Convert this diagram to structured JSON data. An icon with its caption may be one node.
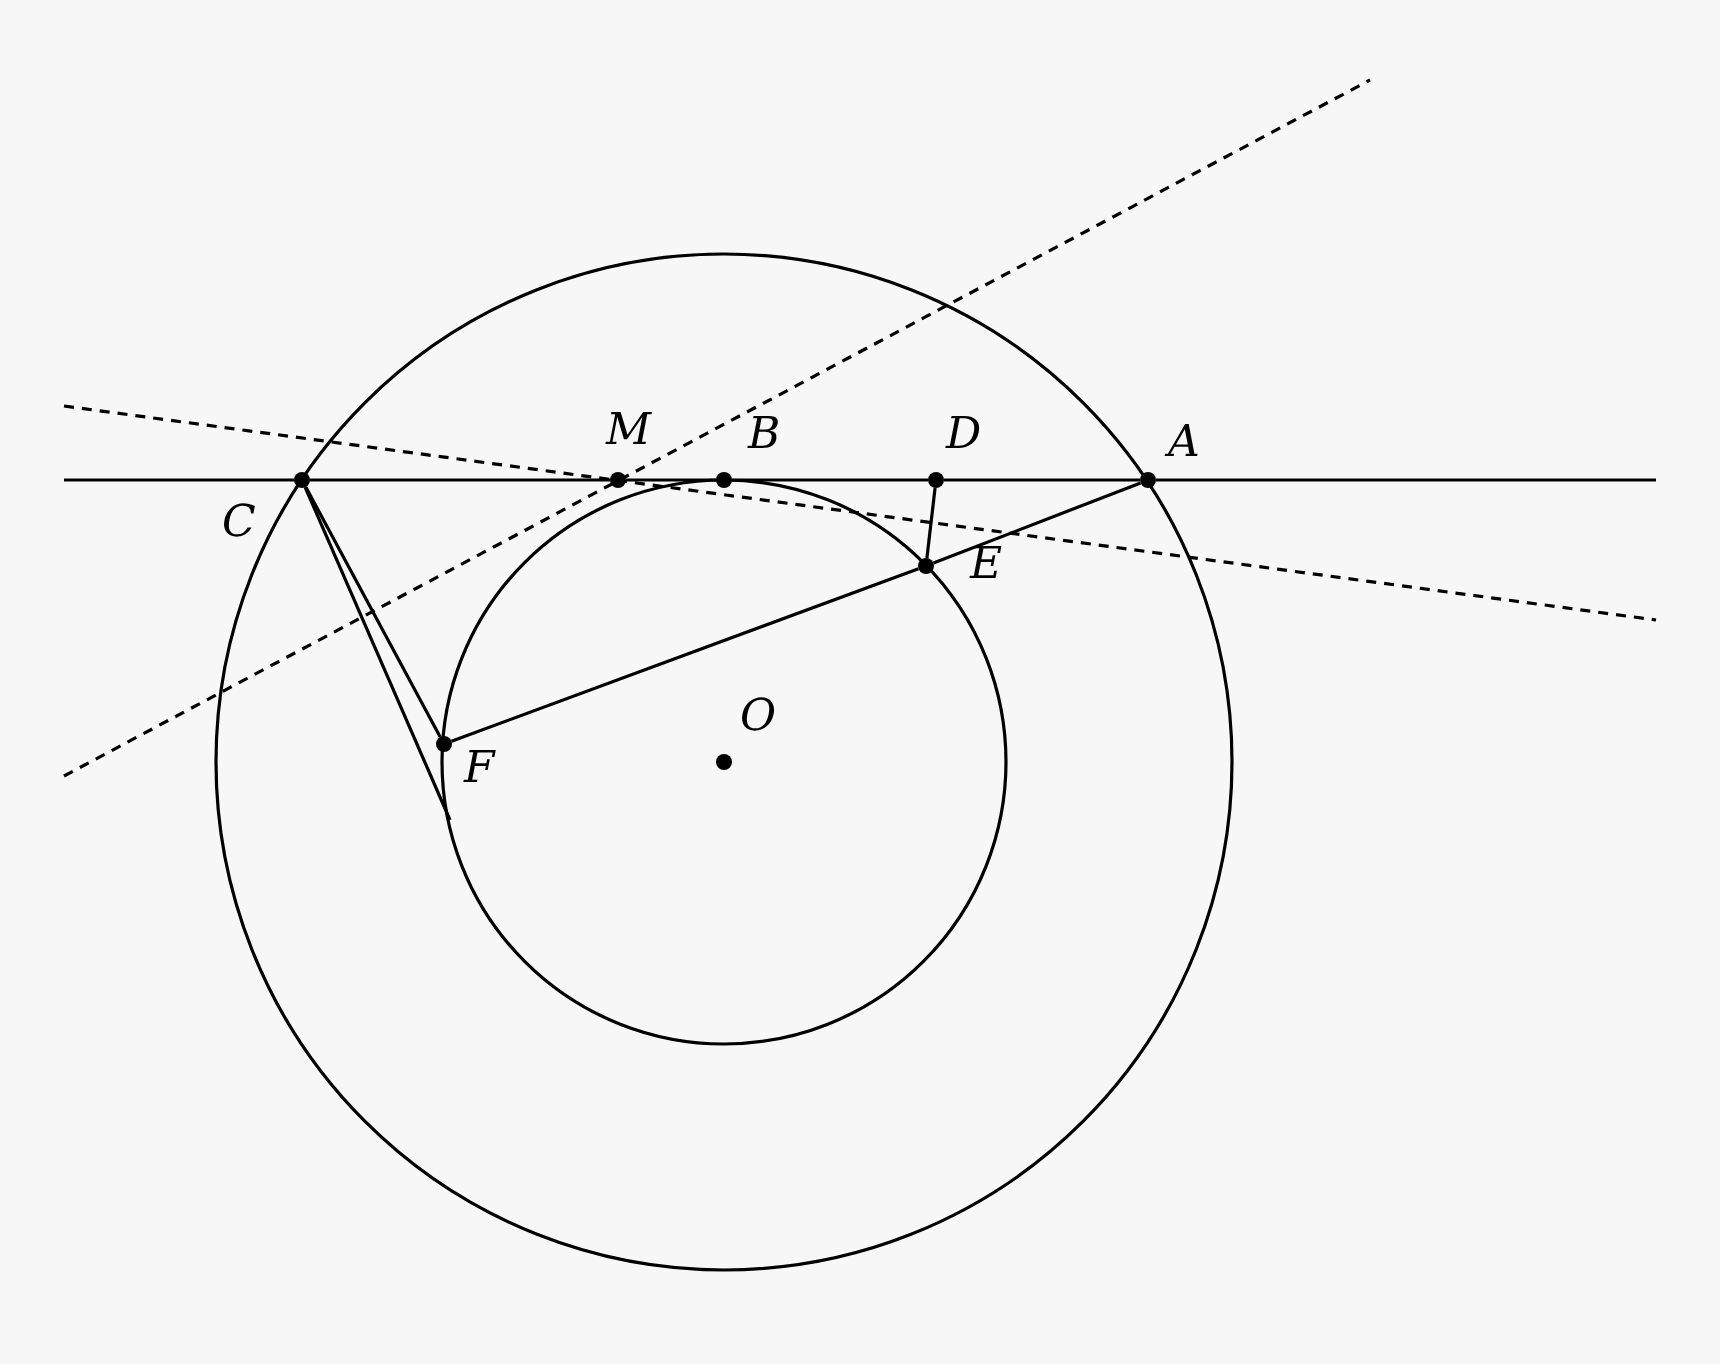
{
  "diagram": {
    "nodes": [
      {
        "text": [
          "M"
        ]
      },
      {
        "text": [
          "B"
        ]
      },
      {
        "text": [
          "D"
        ]
      },
      {
        "text": [
          "A"
        ]
      },
      {
        "text": [
          "C"
        ]
      },
      {
        "text": [
          "E"
        ]
      },
      {
        "text": [
          "O"
        ]
      },
      {
        "text": [
          "F"
        ]
      }
    ],
    "edges": [
      {
        "from": 4,
        "to": 0,
        "arrow": "none"
      },
      {
        "from": 0,
        "to": 1,
        "arrow": "none"
      },
      {
        "from": 1,
        "to": 2,
        "arrow": "none"
      },
      {
        "from": 2,
        "to": 3,
        "arrow": "none"
      },
      {
        "from": 4,
        "to": 7,
        "arrow": "none"
      },
      {
        "from": 7,
        "to": 5,
        "arrow": "none"
      },
      {
        "from": 5,
        "to": 3,
        "arrow": "none"
      },
      {
        "from": 2,
        "to": 5,
        "arrow": "none"
      },
      {
        "from": 4,
        "to": null,
        "arrow": "none"
      },
      {
        "from": null,
        "to": 4,
        "arrow": "none"
      },
      {
        "from": 3,
        "to": null,
        "arrow": "none"
      }
    ]
  }
}
